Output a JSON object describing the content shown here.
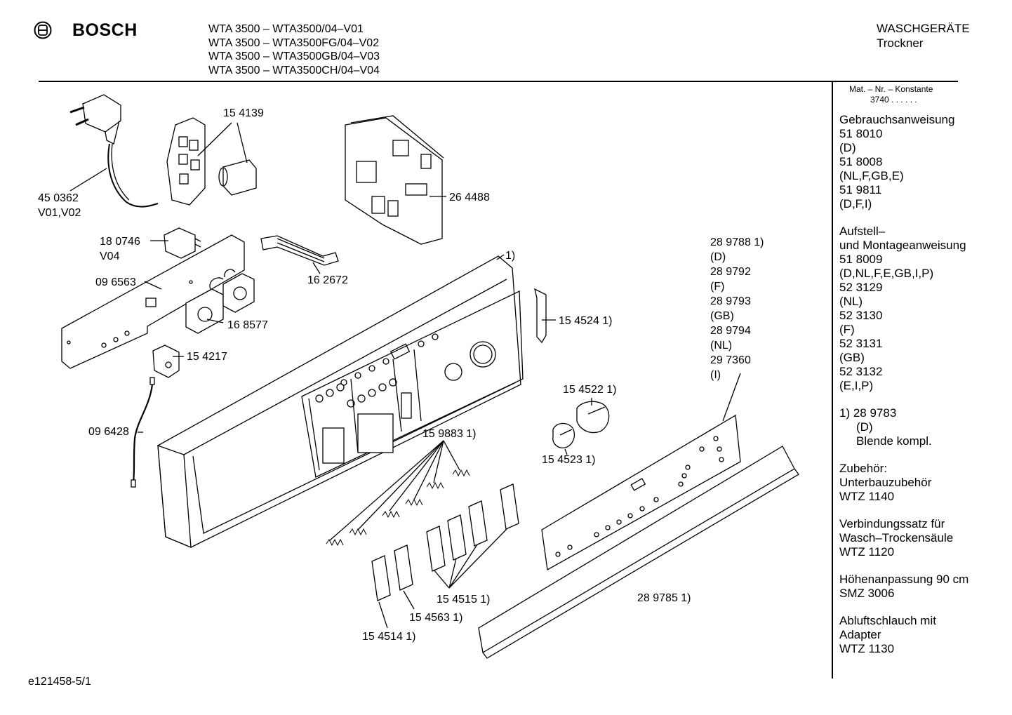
{
  "header": {
    "brand": "BOSCH",
    "models": [
      "WTA 3500 – WTA3500/04–V01",
      "WTA 3500 – WTA3500FG/04–V02",
      "WTA 3500 – WTA3500GB/04–V03",
      "WTA 3500 – WTA3500CH/04–V04"
    ],
    "category": "WASCHGERÄTE",
    "subcategory": "Trockner"
  },
  "sidebar": {
    "mat_label": "Mat. – Nr. – Konstante",
    "mat_value": "3740 .  .  .  .  .  .",
    "groups": [
      [
        "Gebrauchsanweisung",
        "51 8010",
        "(D)",
        "51 8008",
        "(NL,F,GB,E)",
        "51 9811",
        "(D,F,I)"
      ],
      [
        "Aufstell–",
        "und Montageanweisung",
        "51 8009",
        "(D,NL,F,E,GB,I,P)",
        "52 3129",
        "(NL)",
        "52 3130",
        "(F)",
        "52 3131",
        "(GB)",
        "52 3132",
        "(E,I,P)"
      ],
      [
        "1) 28 9783",
        "(D)",
        "Blende kompl."
      ],
      [
        "Zubehör:",
        "Unterbauzubehör",
        "WTZ 1140"
      ],
      [
        "Verbindungssatz für",
        "Wasch–Trockensäule",
        "WTZ 1120"
      ],
      [
        "Höhenanpassung 90 cm",
        "SMZ 3006"
      ],
      [
        "Abluftschlauch  mit",
        "Adapter",
        "WTZ 1130"
      ]
    ]
  },
  "parts": {
    "p450362": [
      "45 0362",
      "V01,V02"
    ],
    "p154139": "15 4139",
    "p264488": "26 4488",
    "p180746": [
      "18 0746",
      "V04"
    ],
    "p096563": "09 6563",
    "p162672": "16 2672",
    "p168577": "16 8577",
    "p154217": "15 4217",
    "p096428": "09 6428",
    "panel_note": "1)",
    "p154524": "15 4524 1)",
    "p289788": [
      "28 9788 1)",
      "(D)",
      "28 9792",
      "(F)",
      "28 9793",
      "(GB)",
      "28 9794",
      "(NL)",
      "29 7360",
      "(I)"
    ],
    "p154522": "15 4522 1)",
    "p154523": "15 4523 1)",
    "p159883": "15 9883 1)",
    "p154515": "15 4515 1)",
    "p154563": "15 4563 1)",
    "p154514": "15 4514 1)",
    "p289785": "28 9785 1)"
  },
  "footer": {
    "code": "e121458-5/1"
  }
}
